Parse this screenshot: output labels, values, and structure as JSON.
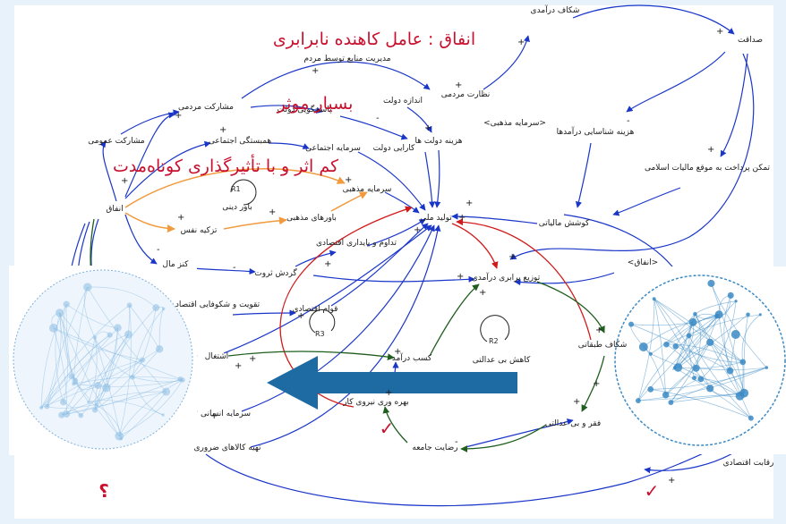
{
  "colors": {
    "background": "#e8f2fb",
    "panel": "#ffffff",
    "arrow_blue": "#1a36c9",
    "arrow_green": "#1e5e1e",
    "arrow_red": "#d11a1a",
    "arrow_orange": "#f19a3e",
    "heading": "#c8102e",
    "big_arrow": "#1e6aa3",
    "network": "#3b8ac4"
  },
  "headings": {
    "main": "انفاق : عامل کاهنده نابرابری",
    "effect": "بسیار موثر",
    "short_term": "کم اثر و با تأثیرگذاری کوتاه‌مدت"
  },
  "nodes": {
    "income_gap": "شکاف درآمدی",
    "honesty": "صداقت",
    "resources_mgmt": "مدیریت منابع توسط مردم",
    "oversight": "نظارت مردمی",
    "social_capital": "<سرمایه مذهبی>",
    "identify_income": "هزینه شناسایی درآمدها",
    "timely_tax": "تمکن پرداخت به موقع مالیات اسلامی",
    "participation": "مشارکت مردمی",
    "accountability": "پاسخگویی دولت",
    "gov_size": "اندازه دولت",
    "gov_costs": "هزینه دولت ها",
    "gov_efficiency": "کارایی دولت",
    "public_participation": "مشارکت عمومی",
    "social_solidarity": "همبستگی اجتماعی",
    "social_capital_2": "سرمایه اجتماعی",
    "religious_capital": "سرمایه مذهبی",
    "religious_belief": "باور دینی",
    "religious_beliefs": "باورهای مذهبی",
    "self_purification": "تزکیه نفس",
    "anfaq": "انفاق",
    "national_production": "تولید ملی",
    "tax_revenue": "کوشش مالیاتی",
    "anfaq_ref": "<انفاق>",
    "hoarding": "کنز مال",
    "wealth_circulation": "گردش ثروت",
    "sustainability": "تداوم و پایداری اقتصادی",
    "income_distribution": "توزیع برابری درآمدی",
    "strengthen": "تقویت و شکوفایی اقتصاد",
    "economic_base": "قوام اقتصادی",
    "employment": "اشتغال",
    "earn_income": "کسب درآمد",
    "class_gap": "شکاف طبقاتی",
    "reduce_inequality": "کاهش بی عدالتی",
    "labor_productivity": "بهره وری نیروی کار",
    "human_capital": "سرمایه انسانی",
    "poverty": "فقر و بی عدالتی",
    "satisfaction": "رضایت جامعه",
    "necessities": "تهیه کالاهای ضروری",
    "competition": "رقابت اقتصادی"
  },
  "loops": {
    "r1": "R1",
    "r2": "R2",
    "r3": "R3"
  },
  "polarity_plus": "+",
  "polarity_minus": "-",
  "marks": {
    "question": "؟",
    "check": "✓"
  }
}
